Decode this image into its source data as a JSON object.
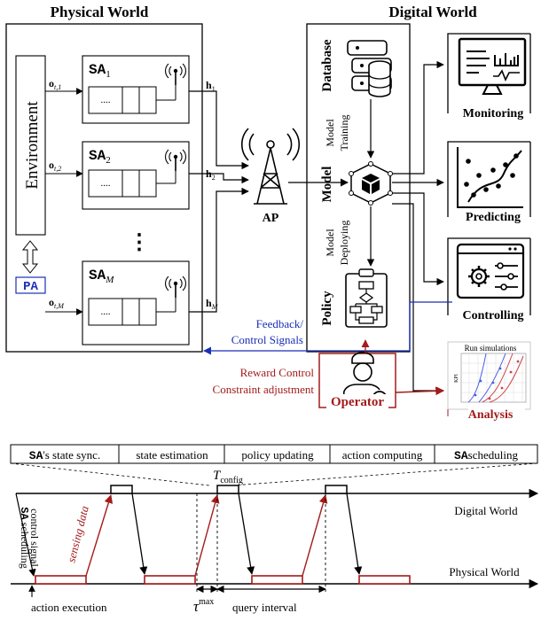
{
  "titles": {
    "physical": "Physical World",
    "digital": "Digital World"
  },
  "physical": {
    "environment": "Environment",
    "pa": "PA",
    "agents": [
      {
        "name": "SA",
        "sub": "1",
        "obs_sub": "t,1",
        "channel_sub": "1",
        "queue": "...."
      },
      {
        "name": "SA",
        "sub": "2",
        "obs_sub": "t,2",
        "channel_sub": "2",
        "queue": "...."
      },
      {
        "name": "SA",
        "sub": "M",
        "obs_sub": "t,M",
        "channel_sub": "M",
        "queue": "...."
      }
    ],
    "obs_symbol": "o",
    "channel_symbol": "h",
    "ellipsis": "⋮",
    "ap": "AP",
    "feedback_line1": "Feedback/",
    "feedback_line2": "Control Signals"
  },
  "digital": {
    "database": "Database",
    "model": "Model",
    "policy": "Policy",
    "training_line1": "Model",
    "training_line2": "Training",
    "deploying_line1": "Model",
    "deploying_line2": "Deploying",
    "outputs": [
      "Monitoring",
      "Predicting",
      "Controlling",
      "Analysis"
    ],
    "analysis_chart_title": "Run simulations",
    "analysis_chart_ylabel": "KPI",
    "operator": "Operator",
    "reward_line1": "Reward Control",
    "reward_line2": "Constraint adjustment"
  },
  "timeline": {
    "stages": [
      {
        "prefix": "SA",
        "text": "'s state sync."
      },
      {
        "prefix": "",
        "text": "state estimation"
      },
      {
        "prefix": "",
        "text": "policy updating"
      },
      {
        "prefix": "",
        "text": "action computing"
      },
      {
        "prefix": "SA",
        "text": "scheduling"
      }
    ],
    "tconfig": "T",
    "tconfig_sub": "config",
    "digital_world": "Digital World",
    "physical_world": "Physical World",
    "control_signal": "control signal",
    "sa_scheduling_prefix": "SA",
    "sa_scheduling_text": " scheduling",
    "sensing_data": "sensing data",
    "action_execution": "action execution",
    "tau": "τ",
    "tau_sup": "max",
    "query_interval": "query interval"
  },
  "colors": {
    "red": "#a31b1b",
    "blue": "#1a2fb8",
    "black": "#000000"
  }
}
